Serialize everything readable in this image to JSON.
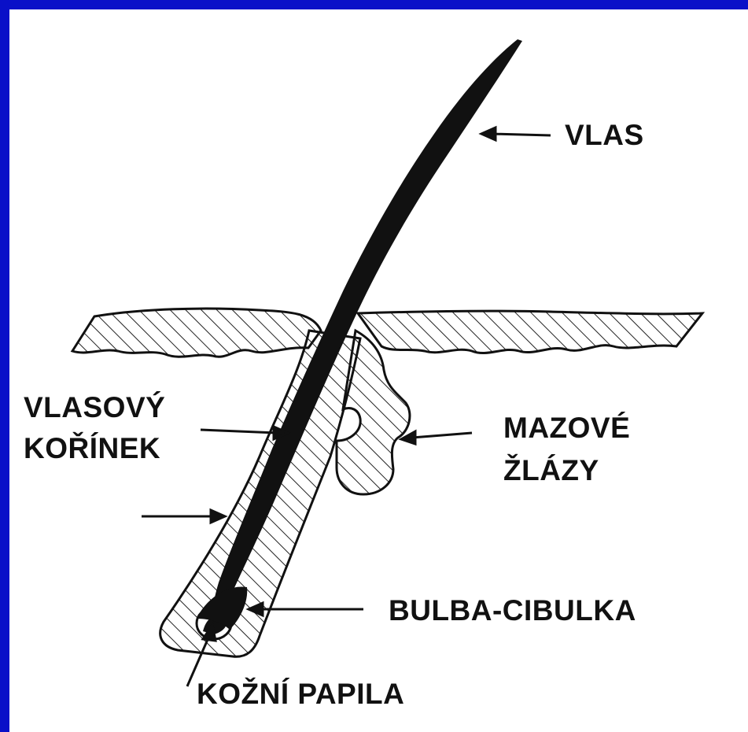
{
  "diagram": {
    "labels": {
      "vlas": "VLAS",
      "vlasovy_korinek": [
        "VLASOVÝ",
        "KOŘÍNEK"
      ],
      "mazove_zlazy": [
        "MAZOVÉ",
        "ŽLÁZY"
      ],
      "bulba": "BULBA-CIBULKA",
      "kozni_papila": "KOŽNÍ PAPILA"
    }
  },
  "colors": {
    "frame": "#0a10c8",
    "background": "#ffffff",
    "ink": "#111111"
  }
}
